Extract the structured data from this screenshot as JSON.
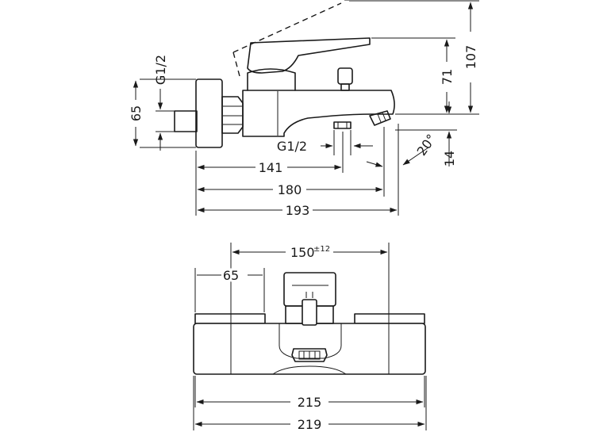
{
  "side_view": {
    "thread_left": "G1/2",
    "thread_bottom": "G1/2",
    "height_65": "65",
    "height_107": "107",
    "height_71": "71",
    "height_14": "14",
    "angle": "20°",
    "length_141": "141",
    "length_180": "180",
    "length_193": "193"
  },
  "front_view": {
    "spacing_label": "150",
    "spacing_tolerance": "±12",
    "width_65": "65",
    "width_215": "215",
    "width_219": "219"
  }
}
